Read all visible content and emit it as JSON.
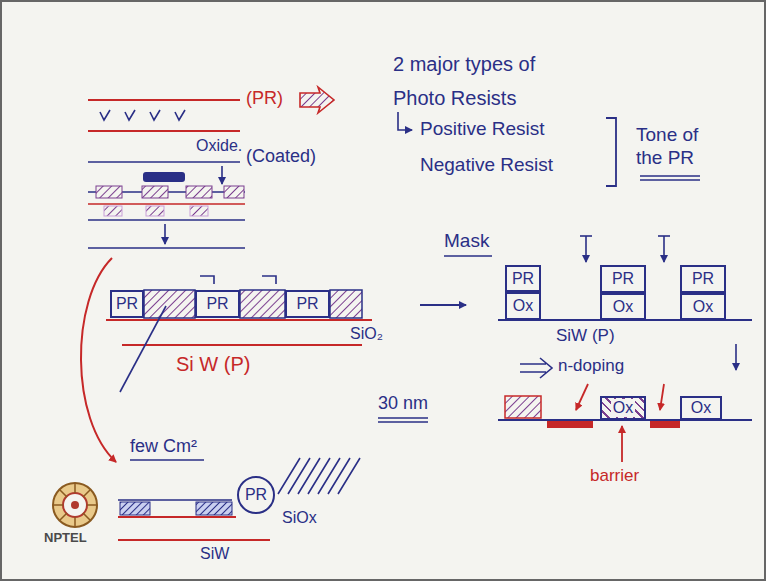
{
  "diagram": {
    "nodes": [
      {
        "text": [
          "PR"
        ]
      },
      {
        "text": [
          "PR"
        ]
      },
      {
        "text": [
          "PR"
        ]
      },
      {
        "text": [
          "PR"
        ]
      },
      {
        "text": [
          "Ox"
        ]
      },
      {
        "text": [
          "PR"
        ]
      },
      {
        "text": [
          "Ox"
        ]
      },
      {
        "text": [
          "PR"
        ]
      },
      {
        "text": [
          "Ox"
        ]
      },
      {
        "text": [
          "Ox"
        ]
      },
      {
        "text": [
          "Ox"
        ]
      },
      {
        "text": [
          "PR"
        ]
      }
    ],
    "labels": [
      "(PR)",
      "Oxide.",
      "(Coated)",
      "2 major types of",
      "Photo Resists",
      "Positive Resist",
      "Negative Resist",
      "Tone of the PR",
      "Mask",
      "SiO₂",
      "Si W (P)",
      "30 nm",
      "SiW (P)",
      "n-doping",
      "barrier",
      "few Cm²",
      "SiOx",
      "SiW",
      "NPTEL"
    ]
  }
}
